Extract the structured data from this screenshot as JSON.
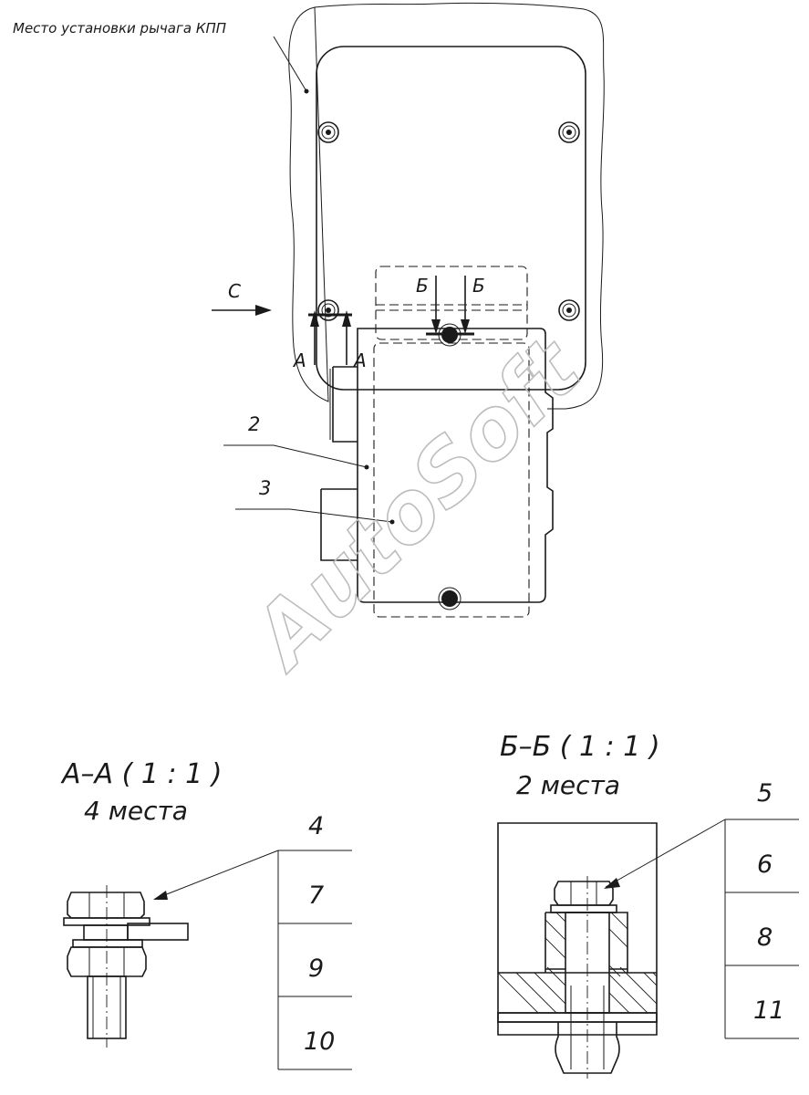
{
  "labels": {
    "lever_place": "Место установки рычага КПП",
    "view_c": "С",
    "cut_a_left": "А",
    "cut_a_right": "А",
    "cut_b_left": "Б",
    "cut_b_right": "Б",
    "pos_2": "2",
    "pos_3": "3"
  },
  "section_a": {
    "title": "А–А ( 1 : 1 )",
    "count": "4 места",
    "positions": [
      "4",
      "7",
      "9",
      "10"
    ]
  },
  "section_b": {
    "title": "Б–Б ( 1 : 1 )",
    "count": "2 места",
    "positions": [
      "5",
      "6",
      "8",
      "11"
    ]
  },
  "watermark": "AutoSoft"
}
